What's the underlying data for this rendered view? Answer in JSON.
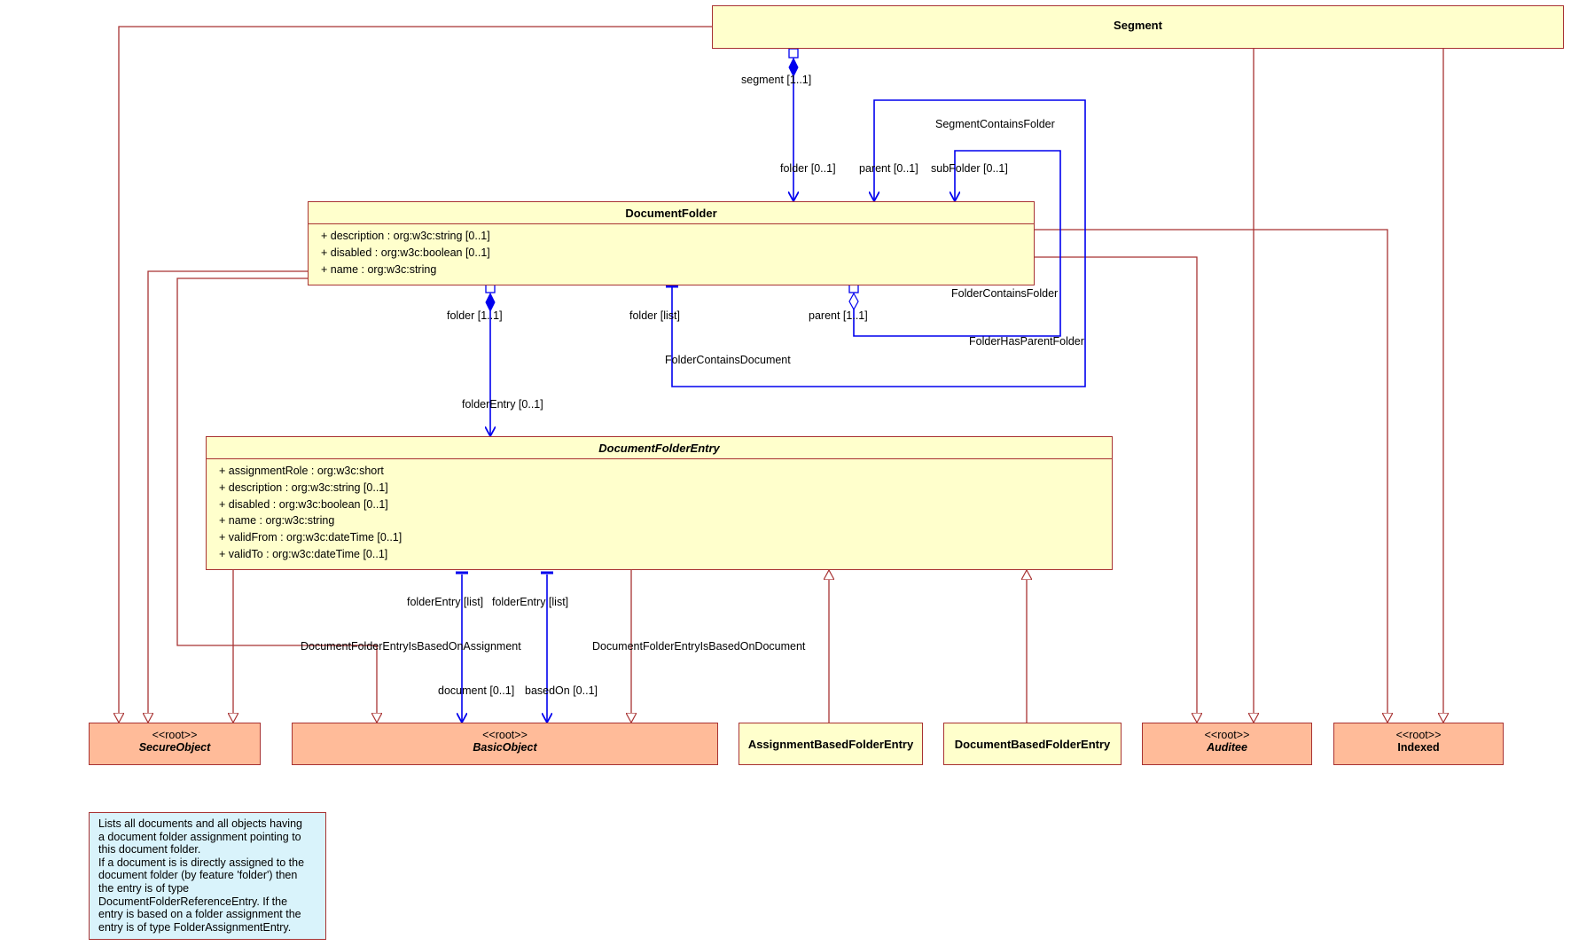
{
  "classes": {
    "segment": {
      "name": "Segment"
    },
    "document_folder": {
      "name": "DocumentFolder",
      "attributes": [
        "+ description : org:w3c:string [0..1]",
        "+ disabled : org:w3c:boolean [0..1]",
        "+ name : org:w3c:string"
      ]
    },
    "document_folder_entry": {
      "name": "DocumentFolderEntry",
      "attributes": [
        "+ assignmentRole : org:w3c:short",
        "+ description : org:w3c:string [0..1]",
        "+ disabled : org:w3c:boolean [0..1]",
        "+ name : org:w3c:string",
        "+ validFrom : org:w3c:dateTime [0..1]",
        "+ validTo : org:w3c:dateTime [0..1]"
      ]
    },
    "secure_object": {
      "stereotype": "<<root>>",
      "name": "SecureObject"
    },
    "basic_object": {
      "stereotype": "<<root>>",
      "name": "BasicObject"
    },
    "assignment_based_folder_entry": {
      "name": "AssignmentBasedFolderEntry"
    },
    "document_based_folder_entry": {
      "name": "DocumentBasedFolderEntry"
    },
    "auditee": {
      "stereotype": "<<root>>",
      "name": "Auditee"
    },
    "indexed": {
      "stereotype": "<<root>>",
      "name": "Indexed"
    }
  },
  "association_labels": {
    "segment_end": "segment [1..1]",
    "folder_end": "folder [0..1]",
    "parent_end_top": "parent [0..1]",
    "subfolder_end": "subFolder [0..1]",
    "segment_contains_folder": "SegmentContainsFolder",
    "folder_contains_folder": "FolderContainsFolder",
    "folder_has_parent_folder": "FolderHasParentFolder",
    "folder_one": "folder [1..1]",
    "folder_list": "folder [list]",
    "parent_one": "parent [1..1]",
    "folder_contains_document": "FolderContainsDocument",
    "folder_entry_end": "folderEntry [0..1]",
    "folder_entry_list_a": "folderEntry [list]",
    "folder_entry_list_b": "folderEntry [list]",
    "entry_based_on_assignment": "DocumentFolderEntryIsBasedOnAssignment",
    "entry_based_on_document": "DocumentFolderEntryIsBasedOnDocument",
    "document_end": "document [0..1]",
    "based_on_end": "basedOn [0..1]"
  },
  "note": {
    "lines": [
      "Lists all documents and all objects having",
      "a document folder assignment pointing to",
      "this document folder.",
      "If a document is is directly assigned to the",
      "document folder (by feature 'folder') then",
      "the entry is of type",
      "DocumentFolderReferenceEntry. If the",
      "entry is based on a folder assignment the",
      "entry is of type FolderAssignmentEntry."
    ]
  },
  "colors": {
    "class_fill": "#ffffcc",
    "root_fill": "#ffbb99",
    "note_fill": "#d9f3fb",
    "border": "#a83232",
    "association": "#0000ee"
  }
}
